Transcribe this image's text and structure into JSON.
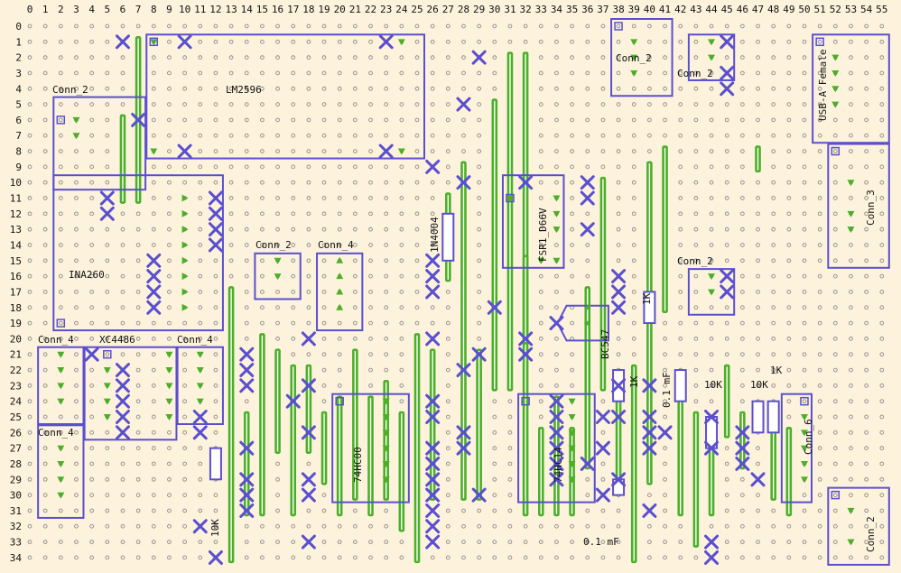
{
  "board": {
    "background": "#fdf3dc",
    "hole_color": "#8a8a8a",
    "strip_color": "#4caf28",
    "part_color": "#5a4fcf",
    "cut_color": "#5a4fcf",
    "column_labels": [
      "0",
      "1",
      "2",
      "3",
      "4",
      "5",
      "6",
      "7",
      "8",
      "9",
      "10",
      "11",
      "12",
      "13",
      "14",
      "15",
      "16",
      "17",
      "18",
      "19",
      "20",
      "21",
      "22",
      "23",
      "24",
      "25",
      "26",
      "27",
      "28",
      "29",
      "30",
      "31",
      "32",
      "33",
      "34",
      "35",
      "36",
      "37",
      "38",
      "39",
      "40",
      "41",
      "42",
      "43",
      "44",
      "45",
      "46",
      "47",
      "48",
      "49",
      "50",
      "51",
      "52",
      "53",
      "54",
      "55"
    ],
    "row_labels": [
      "0",
      "1",
      "2",
      "3",
      "4",
      "5",
      "6",
      "7",
      "8",
      "9",
      "10",
      "11",
      "12",
      "13",
      "14",
      "15",
      "16",
      "17",
      "18",
      "19",
      "20",
      "21",
      "22",
      "23",
      "24",
      "25",
      "26",
      "27",
      "28",
      "29",
      "30",
      "31",
      "32",
      "33",
      "34"
    ]
  },
  "labels": {
    "lm2596": "LM2596",
    "ina260": "INA260",
    "xc4486": "XC4486",
    "diode": "1N4004",
    "fsr": "FSR1_D66V",
    "bc547": "BC547",
    "ic1": "74HC00",
    "ic2": "74HC14",
    "usb": "USB-A Female",
    "conn_2": "Conn_2",
    "conn_3": "Conn_3",
    "conn_4": "Conn_4",
    "conn_6": "Conn_6",
    "r_1k": "1K",
    "r_10k": "10K",
    "c_01": "0.1 mF"
  }
}
